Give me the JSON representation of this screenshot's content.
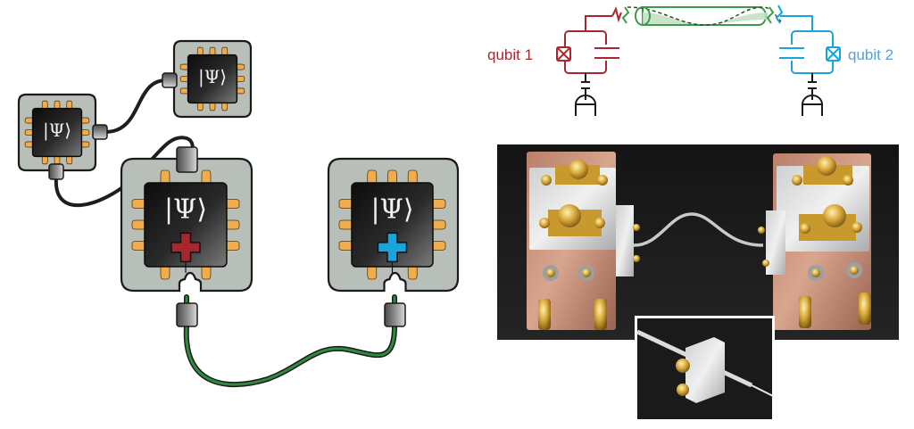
{
  "figure": {
    "left_panel": {
      "description": "Modular quantum devices connected by cables",
      "modules": [
        {
          "id": "module-small-left",
          "label": "|Ψ⟩"
        },
        {
          "id": "module-small-top",
          "label": "|Ψ⟩"
        },
        {
          "id": "module-qubit-1",
          "label": "|Ψ⟩",
          "marker": "plus",
          "marker_color": "#a8262e"
        },
        {
          "id": "module-qubit-2",
          "label": "|Ψ⟩",
          "marker": "plus",
          "marker_color": "#1aa3dd"
        }
      ],
      "cables": [
        {
          "id": "cable-small-left-to-top",
          "color": "#1e1e1e"
        },
        {
          "id": "cable-small-left-to-qubit1",
          "color": "#1e1e1e"
        },
        {
          "id": "cable-qubit1-to-qubit2",
          "color": "#2e8b3e"
        }
      ]
    },
    "circuit": {
      "qubit1_label": "qubit 1",
      "qubit2_label": "qubit 2",
      "qubit1_color": "#a8262e",
      "qubit2_color": "#1aa3dd",
      "qubit2_label_color": "#5a9fcf",
      "transmission_line_color": "#3d9a48"
    },
    "photo": {
      "description": "Photograph of two copper/aluminium qubit modules connected by a coaxial cable",
      "inset_description": "Close-up of cable connector block"
    }
  }
}
